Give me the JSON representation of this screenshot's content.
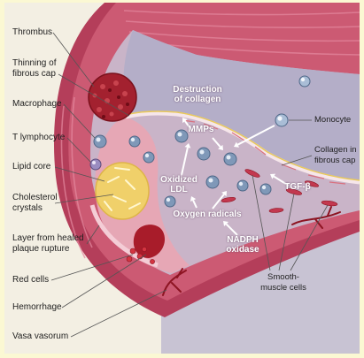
{
  "labels": {
    "thrombus": "Thrombus",
    "thinning_fibrous_cap": "Thinning of\nfibrous cap",
    "macrophage": "Macrophage",
    "t_lymphocyte": "T lymphocyte",
    "lipid_core": "Lipid core",
    "cholesterol_crystals": "Cholesterol\ncrystals",
    "healed_layer": "Layer from healed\nplaque rupture",
    "red_cells": "Red cells",
    "hemorrhage": "Hemorrhage",
    "vasa_vasorum": "Vasa vasorum",
    "monocyte": "Monocyte",
    "collagen_fibrous_cap": "Collagen in\nfibrous cap",
    "smooth_muscle_cells": "Smooth-\nmuscle cells"
  },
  "inner_labels": {
    "destruction_collagen": "Destruction\nof collagen",
    "mmps": "MMPs",
    "oxidized_ldl": "Oxidized\nLDL",
    "oxygen_radicals": "Oxygen radicals",
    "nadph_oxidase": "NADPH\noxidase",
    "tgf_beta": "TGF-β"
  },
  "colors": {
    "frame": "#fbf8d3",
    "vessel_wall": "#cc5a73",
    "lumen": "#b4aec8",
    "lipid_core": "#f0d06a",
    "thrombus": "#a3212f",
    "macrophage": "#7f98b8"
  }
}
